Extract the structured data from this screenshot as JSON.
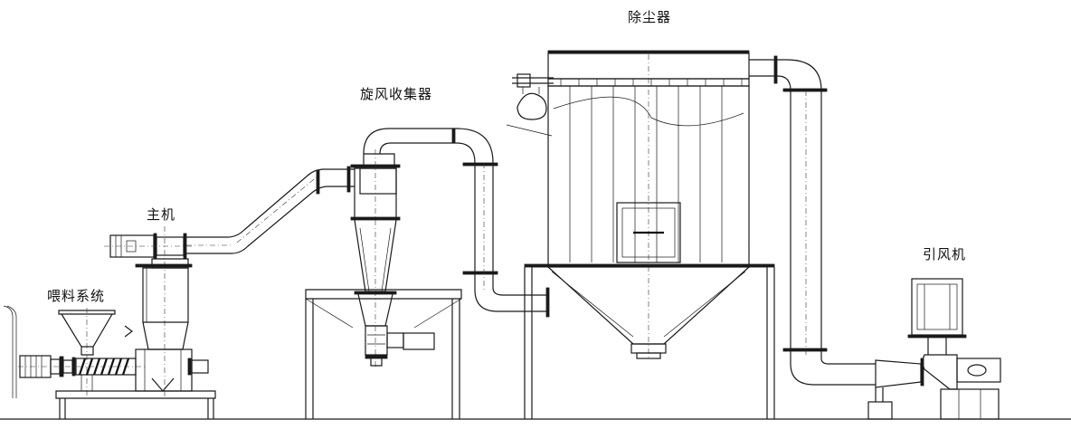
{
  "labels": {
    "dust_collector": "除尘器",
    "cyclone_collector": "旋风收集器",
    "main_unit": "主机",
    "induced_fan": "引风机",
    "feeding_system": "喂料系统"
  }
}
